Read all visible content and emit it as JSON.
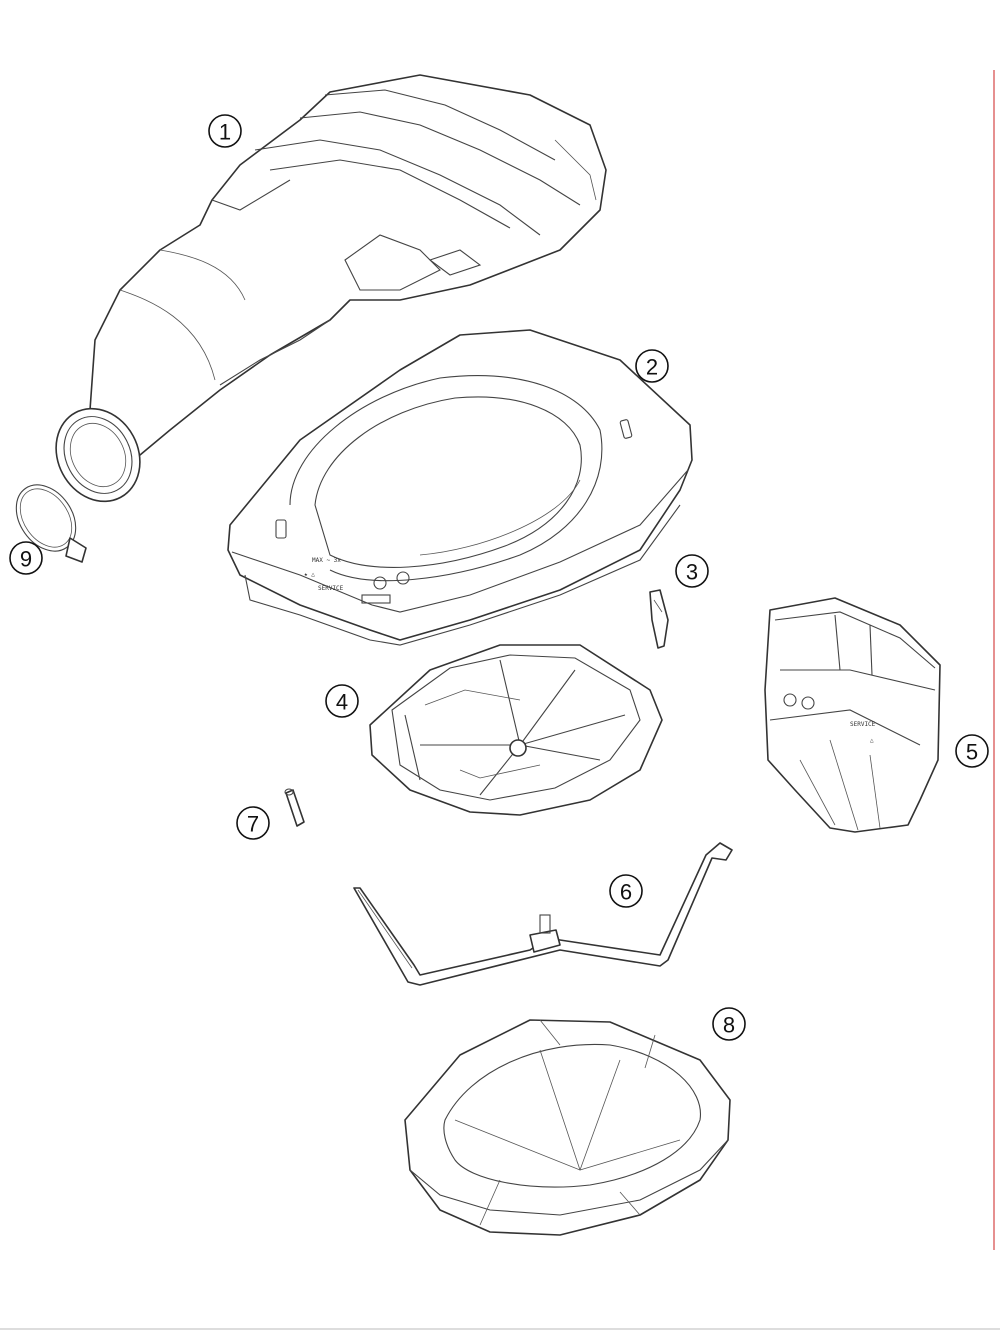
{
  "callouts": [
    {
      "id": "1",
      "label": "1"
    },
    {
      "id": "2",
      "label": "2"
    },
    {
      "id": "3",
      "label": "3"
    },
    {
      "id": "4",
      "label": "4"
    },
    {
      "id": "5",
      "label": "5"
    },
    {
      "id": "6",
      "label": "6"
    },
    {
      "id": "7",
      "label": "7"
    },
    {
      "id": "8",
      "label": "8"
    },
    {
      "id": "9",
      "label": "9"
    }
  ],
  "colors": {
    "line": "#333333",
    "background": "#ffffff",
    "frame": "#cc2222"
  }
}
